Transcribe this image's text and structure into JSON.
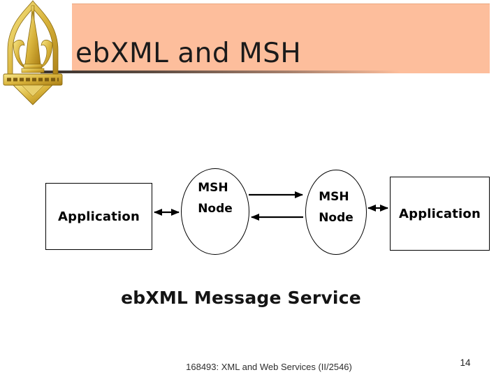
{
  "header": {
    "title": "ebXML and MSH",
    "logo_icon": "university-emblem-icon"
  },
  "diagram": {
    "left_app_label": "Application",
    "right_app_label": "Application",
    "left_msh": {
      "line1": "MSH",
      "line2": "Node"
    },
    "right_msh": {
      "line1": "MSH",
      "line2": "Node"
    },
    "caption": "ebXML Message Service"
  },
  "footer": {
    "course": "168493: XML and Web Services (II/2546)",
    "page_number": "14"
  },
  "colors": {
    "banner": "#FDBE9C",
    "emblem_gold": "#D9B43C",
    "text": "#000000"
  }
}
